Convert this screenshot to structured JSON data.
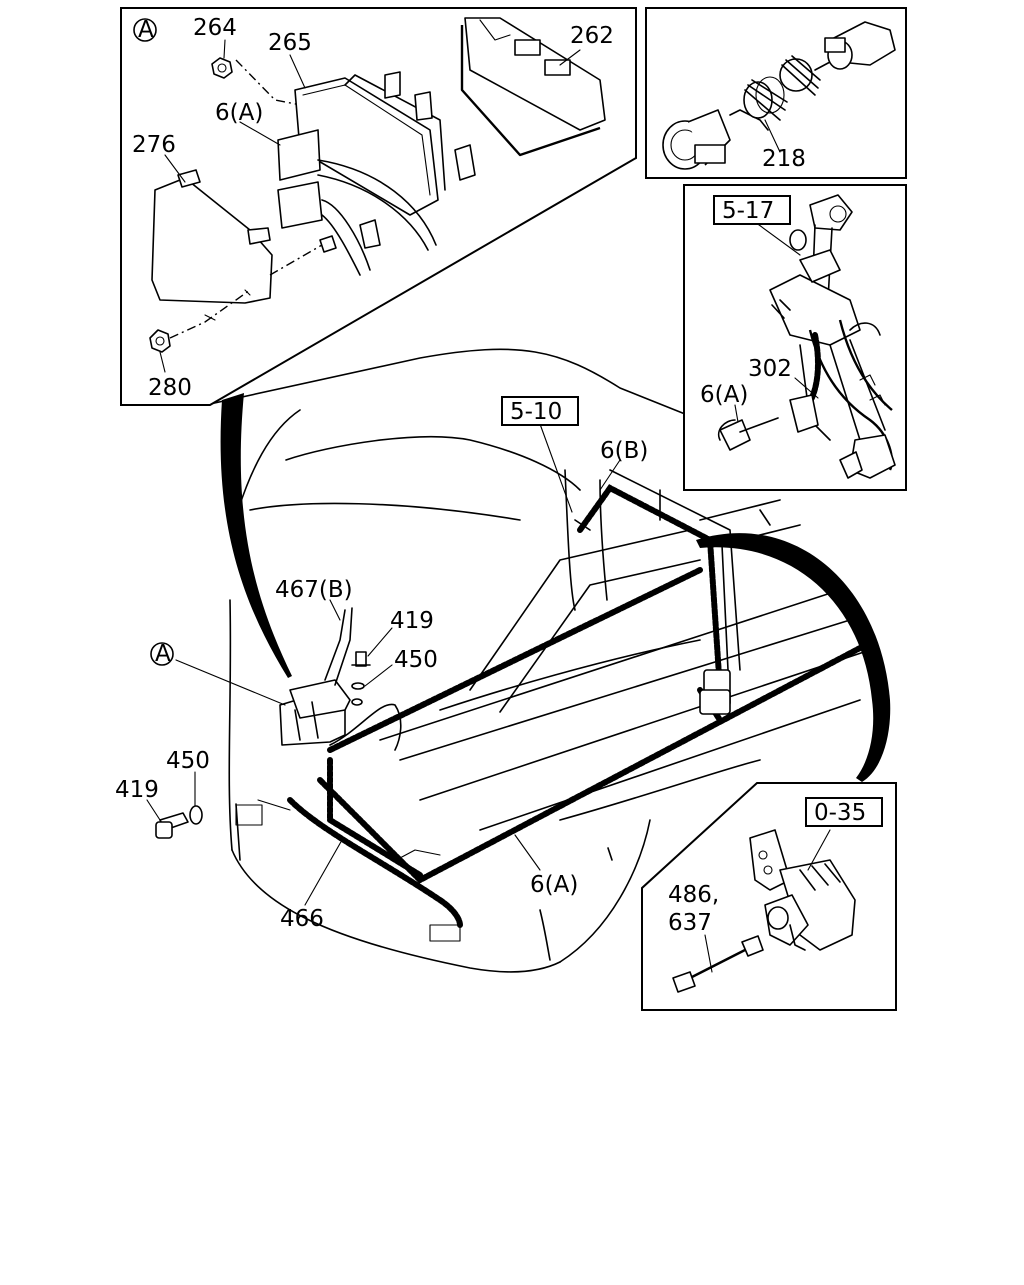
{
  "labels": {
    "callout_a_main": "A",
    "callout_a_detail": "A",
    "p264": "264",
    "p265": "265",
    "p262": "262",
    "p6a_top": "6(A)",
    "p276": "276",
    "p280": "280",
    "p218": "218",
    "ref_5_17": "5-17",
    "p302": "302",
    "p6a_right": "6(A)",
    "ref_5_10": "5-10",
    "p6b": "6(B)",
    "p467b": "467(B)",
    "p419_top": "419",
    "p450_top": "450",
    "p450_left": "450",
    "p419_left": "419",
    "p466": "466",
    "p6a_bottom": "6(A)",
    "ref_0_35": "0-35",
    "p486": "486,",
    "p637": "637"
  },
  "colors": {
    "line": "#000000",
    "background": "#ffffff"
  }
}
